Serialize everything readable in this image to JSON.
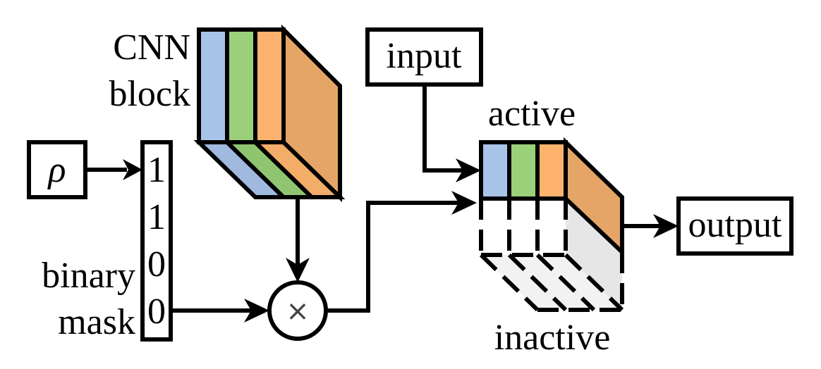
{
  "diagram": {
    "labels": {
      "cnn_line1": "CNN",
      "cnn_line2": "block",
      "rho": "ρ",
      "binary_line1": "binary",
      "binary_line2": "mask",
      "input": "input",
      "active": "active",
      "inactive": "inactive",
      "output": "output",
      "multiply": "×"
    },
    "mask_values": [
      "1",
      "1",
      "0",
      "0"
    ],
    "colors": {
      "channel_blue": "#a9c4e9",
      "channel_green": "#9bd07b",
      "channel_orange": "#fdb36e",
      "side_orange": "#e5a566",
      "bottom_blue": "#a0b9df",
      "bottom_green": "#8fc571",
      "bottom_orange": "#f2ad69",
      "inactive_side": "#e6e6e6",
      "inactive_bottom": "#f2f2f2"
    }
  }
}
